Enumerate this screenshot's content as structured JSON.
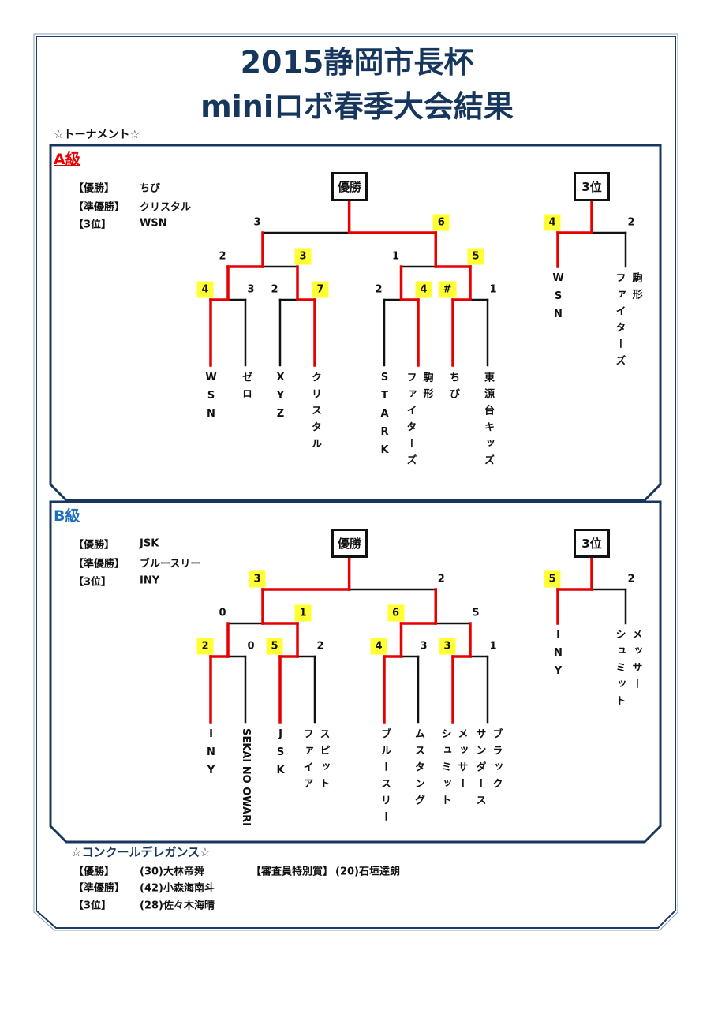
{
  "title": {
    "line1": "2015静岡市長杯",
    "line2": "miniロボ春季大会結果"
  },
  "tournament_heading": "☆トーナメント☆",
  "colors": {
    "navy": "#17365d",
    "red": "#e60000",
    "yellow": "#ffff33",
    "blue_grade": "#1f6fbf"
  },
  "a_class": {
    "label": "A級",
    "results": [
      {
        "label": "【優勝】",
        "value": "ちび"
      },
      {
        "label": "【準優勝】",
        "value": "クリスタル"
      },
      {
        "label": "【3位】",
        "value": "WSN"
      }
    ],
    "final_box": "優勝",
    "third_box": "3位",
    "leaves": [
      {
        "cols": [
          "WSN"
        ]
      },
      {
        "cols": [
          "ゼロ"
        ]
      },
      {
        "cols": [
          "XYZ"
        ]
      },
      {
        "cols": [
          "クリスタル"
        ]
      },
      {
        "cols": [
          "STARK"
        ]
      },
      {
        "cols": [
          "ファイターズ",
          "駒形"
        ]
      },
      {
        "cols": [
          "ちび"
        ]
      },
      {
        "cols": [
          "東源台キッズ"
        ]
      }
    ],
    "round1": [
      {
        "scores": [
          "4",
          "3"
        ],
        "highlight": [
          true,
          false
        ],
        "red_side": 0
      },
      {
        "scores": [
          "2",
          "7"
        ],
        "highlight": [
          false,
          true
        ],
        "red_side": 1
      },
      {
        "scores": [
          "2",
          "4"
        ],
        "highlight": [
          false,
          true
        ],
        "red_side": 1
      },
      {
        "scores": [
          "#",
          "1"
        ],
        "highlight": [
          true,
          false
        ],
        "red_side": 0
      }
    ],
    "round2": [
      {
        "scores": [
          "2",
          "3"
        ],
        "highlight": [
          false,
          true
        ],
        "red_side": 0
      },
      {
        "scores": [
          "1",
          "5"
        ],
        "highlight": [
          false,
          true
        ],
        "red_side": 1
      }
    ],
    "final": {
      "scores": [
        "3",
        "6"
      ],
      "highlight": [
        false,
        true
      ],
      "red_side": 1
    },
    "third": {
      "leaves": [
        {
          "cols": [
            "WSN"
          ]
        },
        {
          "cols": [
            "ファイターズ",
            "駒形"
          ]
        }
      ],
      "scores": [
        "4",
        "2"
      ],
      "highlight": [
        true,
        false
      ],
      "red_side": 0
    }
  },
  "b_class": {
    "label": "B級",
    "results": [
      {
        "label": "【優勝】",
        "value": "JSK"
      },
      {
        "label": "【準優勝】",
        "value": "ブルースリー"
      },
      {
        "label": "【3位】",
        "value": "INY"
      }
    ],
    "final_box": "優勝",
    "third_box": "3位",
    "leaves": [
      {
        "cols": [
          "INY"
        ]
      },
      {
        "cols": [
          "SEKAI NO OWARI"
        ]
      },
      {
        "cols": [
          "JSK"
        ]
      },
      {
        "cols": [
          "ファイア",
          "スピット"
        ]
      },
      {
        "cols": [
          "ブルースリー"
        ]
      },
      {
        "cols": [
          "ムスタング"
        ]
      },
      {
        "cols": [
          "シュミット",
          "メッサー"
        ]
      },
      {
        "cols": [
          "サンダース",
          "ブラック"
        ]
      }
    ],
    "round1": [
      {
        "scores": [
          "2",
          "0"
        ],
        "highlight": [
          true,
          false
        ],
        "red_side": 0
      },
      {
        "scores": [
          "5",
          "2"
        ],
        "highlight": [
          true,
          false
        ],
        "red_side": 0
      },
      {
        "scores": [
          "4",
          "3"
        ],
        "highlight": [
          true,
          false
        ],
        "red_side": 0
      },
      {
        "scores": [
          "3",
          "1"
        ],
        "highlight": [
          true,
          false
        ],
        "red_side": 0
      }
    ],
    "round2": [
      {
        "scores": [
          "0",
          "1"
        ],
        "highlight": [
          false,
          true
        ],
        "red_side": 1
      },
      {
        "scores": [
          "6",
          "5"
        ],
        "highlight": [
          true,
          false
        ],
        "red_side": 0
      }
    ],
    "final": {
      "scores": [
        "3",
        "2"
      ],
      "highlight": [
        true,
        false
      ],
      "red_side": 0
    },
    "third": {
      "leaves": [
        {
          "cols": [
            "INY"
          ]
        },
        {
          "cols": [
            "シュミット",
            "メッサー"
          ]
        }
      ],
      "scores": [
        "5",
        "2"
      ],
      "highlight": [
        true,
        false
      ],
      "red_side": 0
    }
  },
  "concours": {
    "heading": "☆コンクールデレガンス☆",
    "results": [
      {
        "label": "【優勝】",
        "value": "(30)大林帝舜"
      },
      {
        "label": "【準優勝】",
        "value": "(42)小森海南斗"
      },
      {
        "label": "【3位】",
        "value": "(28)佐々木海晴"
      }
    ],
    "special": {
      "label": "【審査員特別賞】",
      "value": "(20)石垣達朗"
    }
  }
}
